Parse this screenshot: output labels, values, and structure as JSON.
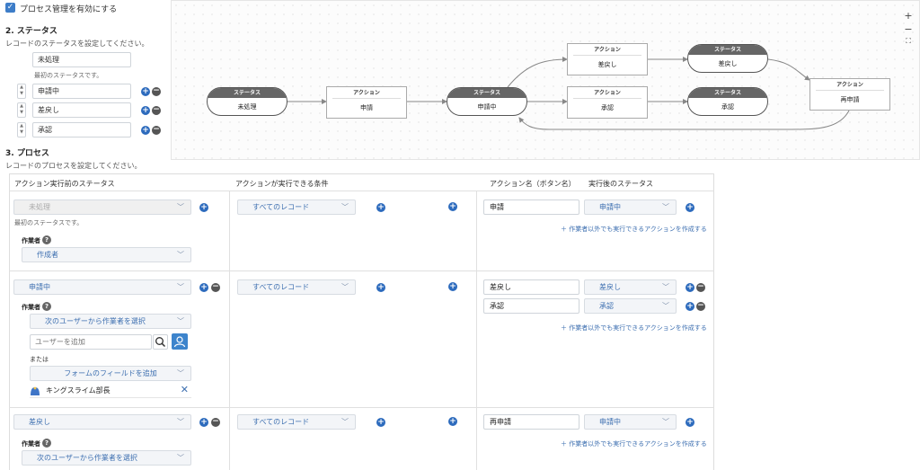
{
  "settings": {
    "enable_label": "プロセス管理を有効にする",
    "status_heading": "2. ステータス",
    "status_desc": "レコードのステータスを設定してください。",
    "initial_status": "未処理",
    "initial_note": "最初のステータスです。",
    "statuses": [
      "申請中",
      "差戻し",
      "承認"
    ],
    "process_heading": "3. プロセス",
    "process_desc": "レコードのプロセスを設定してください。"
  },
  "diagram": {
    "zoom_in": "+",
    "zoom_out": "−",
    "fit": "⛶",
    "status_header": "ステータス",
    "action_header": "アクション",
    "nodes": {
      "s_unprocessed": "未処理",
      "a_apply": "申請",
      "s_applying": "申請中",
      "a_return": "差戻し",
      "s_returned": "差戻し",
      "a_approve": "承認",
      "s_approved": "承認",
      "a_reapply": "再申請"
    }
  },
  "process": {
    "col_before": "アクション実行前のステータス",
    "col_condition": "アクションが実行できる条件",
    "col_action_name": "アクション名（ボタン名）",
    "col_after": "実行後のステータス",
    "assignee_label": "作業者",
    "first_status_note": "最初のステータスです。",
    "all_records": "すべてのレコード",
    "add_other_action": "＋ 作業者以外でも実行できるアクションを作成する",
    "rows": [
      {
        "before": "未処理",
        "assignee_select": "作成者",
        "actions": [
          {
            "name": "申請",
            "after": "申請中"
          }
        ]
      },
      {
        "before": "申請中",
        "assignee_select": "次のユーザーから作業者を選択",
        "user_placeholder": "ユーザーを追加",
        "or_label": "または",
        "field_select": "フォームのフィールドを追加",
        "assigned_user": "キングスライム部長",
        "actions": [
          {
            "name": "差戻し",
            "after": "差戻し"
          },
          {
            "name": "承認",
            "after": "承認"
          }
        ]
      },
      {
        "before": "差戻し",
        "assignee_select": "次のユーザーから作業者を選択",
        "actions": [
          {
            "name": "再申請",
            "after": "申請中"
          }
        ]
      }
    ]
  }
}
